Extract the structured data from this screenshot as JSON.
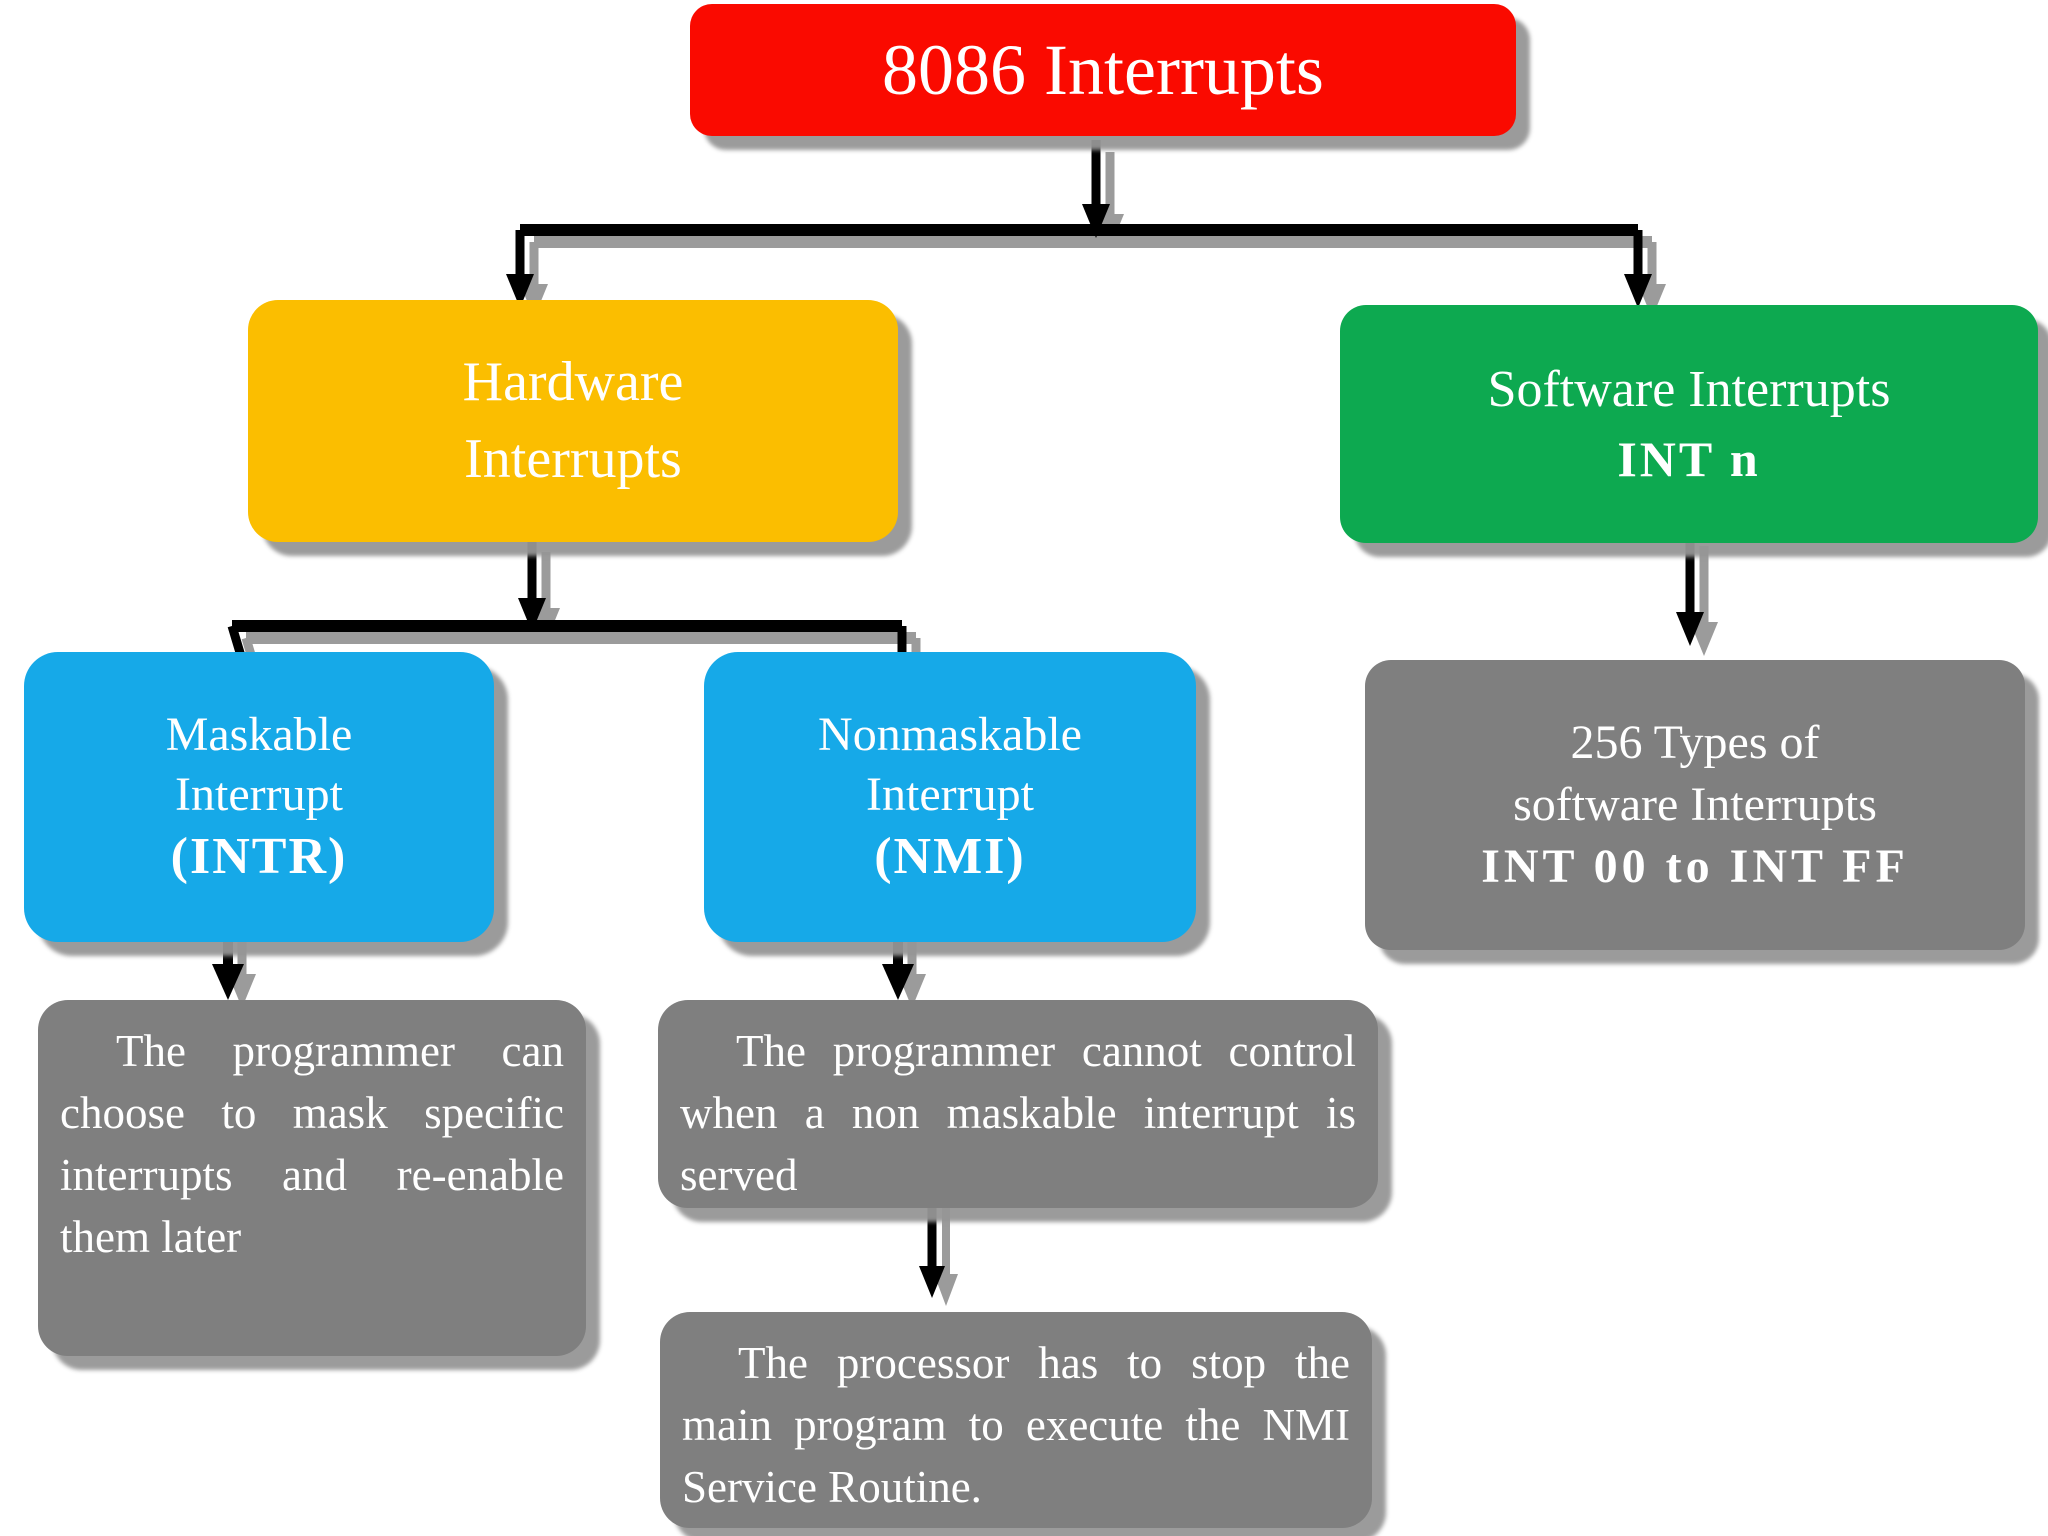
{
  "diagram": {
    "title": "8086 Interrupts",
    "background": "#FFFFFF",
    "colors": {
      "title": "#FA0A00",
      "hardware": "#FBBE00",
      "software": "#0DA950",
      "interrupt": "#16A9E8",
      "description": "#7F7F7F",
      "text": "#FFFFFF",
      "connector": "#000000",
      "connector_shadow": "#969696"
    }
  },
  "nodes": {
    "title": {
      "label": "8086 Interrupts"
    },
    "hardware": {
      "line1": "Hardware",
      "line2": "Interrupts"
    },
    "software": {
      "line1": "Software Interrupts",
      "line2": "INT n"
    },
    "maskable": {
      "line1": "Maskable",
      "line2": "Interrupt",
      "line3": "(INTR)"
    },
    "nonmaskable": {
      "line1": "Nonmaskable",
      "line2": "Interrupt",
      "line3": "(NMI)"
    },
    "types": {
      "line1": "256 Types of",
      "line2": "software Interrupts",
      "line3": "INT 00 to INT FF"
    },
    "desc_intr": {
      "text": "The programmer can choose to mask specific interrupts and re-enable them later"
    },
    "desc_nmi": {
      "text": "The programmer cannot control when a non maskable interrupt is served"
    },
    "desc_nmi_2": {
      "text": "The processor has to stop the main program to execute the NMI Service Routine."
    }
  },
  "edges": [
    {
      "from": "title",
      "to": "split-top"
    },
    {
      "from": "split-top",
      "to": "hardware"
    },
    {
      "from": "split-top",
      "to": "software"
    },
    {
      "from": "hardware",
      "to": "split-hardware"
    },
    {
      "from": "split-hardware",
      "to": "maskable"
    },
    {
      "from": "split-hardware",
      "to": "nonmaskable"
    },
    {
      "from": "software",
      "to": "types"
    },
    {
      "from": "maskable",
      "to": "desc_intr"
    },
    {
      "from": "nonmaskable",
      "to": "desc_nmi"
    },
    {
      "from": "desc_nmi",
      "to": "desc_nmi_2"
    }
  ]
}
